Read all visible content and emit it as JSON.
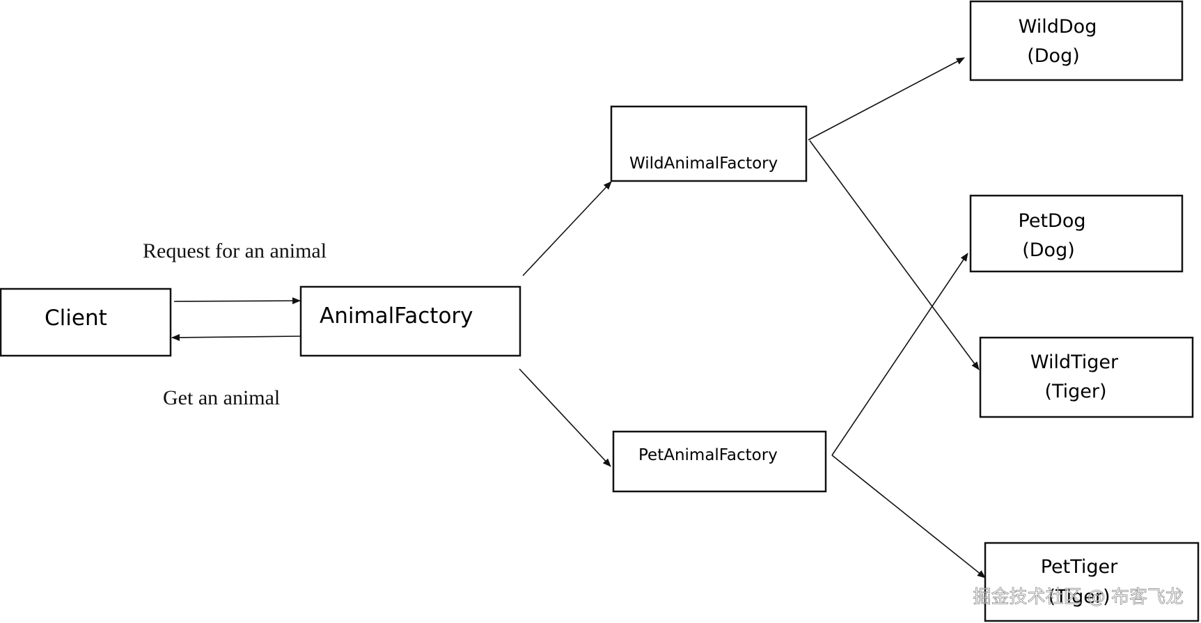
{
  "diagram": {
    "nodes": {
      "client": {
        "label": "Client"
      },
      "animal_factory": {
        "label": "AnimalFactory"
      },
      "wild_animal_factory": {
        "label": "WildAnimalFactory"
      },
      "pet_animal_factory": {
        "label": "PetAnimalFactory"
      },
      "wild_dog": {
        "name": "WildDog",
        "type": "(Dog)"
      },
      "pet_dog": {
        "name": "PetDog",
        "type": "(Dog)"
      },
      "wild_tiger": {
        "name": "WildTiger",
        "type": "(Tiger)"
      },
      "pet_tiger": {
        "name": "PetTiger",
        "type": "(Tiger)"
      }
    },
    "edge_labels": {
      "request": "Request for an animal",
      "response": "Get an animal"
    },
    "edges": [
      {
        "from": "client",
        "to": "animal_factory",
        "label": "Request for an animal"
      },
      {
        "from": "animal_factory",
        "to": "client",
        "label": "Get an animal"
      },
      {
        "from": "animal_factory",
        "to": "wild_animal_factory"
      },
      {
        "from": "animal_factory",
        "to": "pet_animal_factory"
      },
      {
        "from": "wild_animal_factory",
        "to": "wild_dog"
      },
      {
        "from": "wild_animal_factory",
        "to": "wild_tiger"
      },
      {
        "from": "pet_animal_factory",
        "to": "pet_dog"
      },
      {
        "from": "pet_animal_factory",
        "to": "pet_tiger"
      }
    ]
  },
  "watermark": "掘金技术社区 @ 布客飞龙"
}
